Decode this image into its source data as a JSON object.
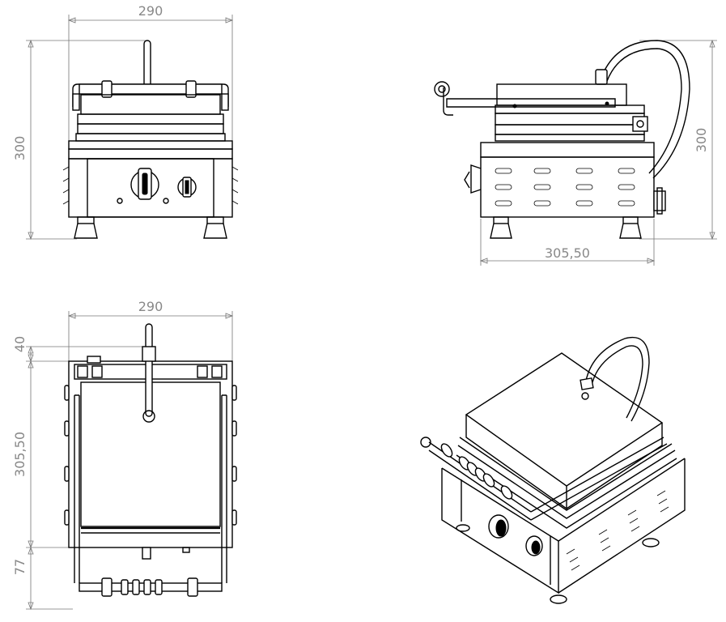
{
  "dimensions": {
    "front_width": "290",
    "front_height": "300",
    "side_height": "300",
    "side_depth": "305,50",
    "top_width": "290",
    "top_handle_offset": "40",
    "top_depth": "305,50",
    "top_handle_depth": "77"
  }
}
